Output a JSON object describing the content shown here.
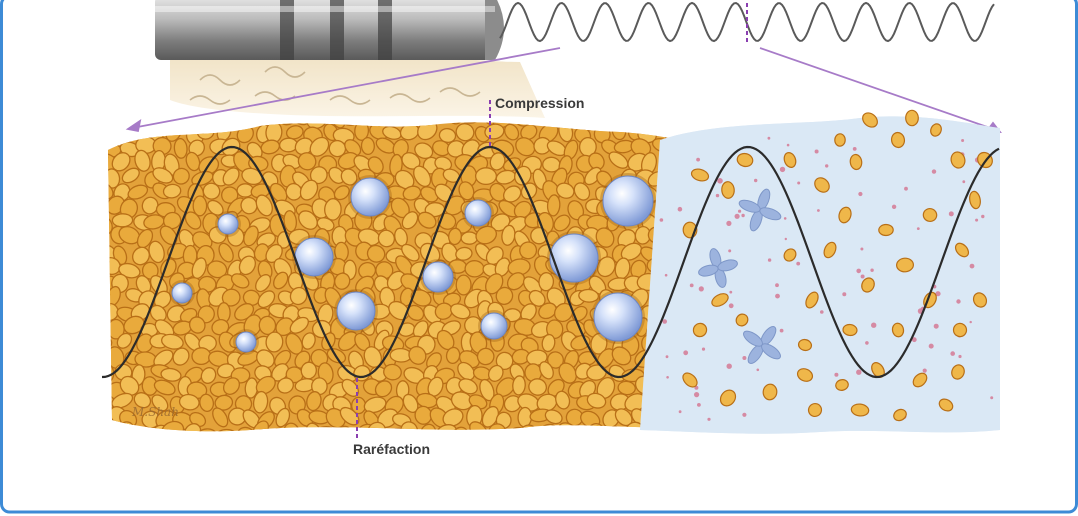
{
  "labels": {
    "compression": "Compression",
    "rarefaction": "Raréfaction",
    "signature": "M.Shah"
  },
  "colors": {
    "border": "#3d8bd6",
    "tissue": "#e8a832",
    "tissue_dark": "#c9801e",
    "bubble": "#a9c4ee",
    "fluid": "#cfe0f0",
    "wave": "#2b2b2b",
    "marker": "#8a3fb0"
  },
  "icons": {
    "probe": "ultrasound-transducer-icon",
    "bubble": "cavitation-bubble-icon",
    "fragment": "cell-debris-icon"
  }
}
